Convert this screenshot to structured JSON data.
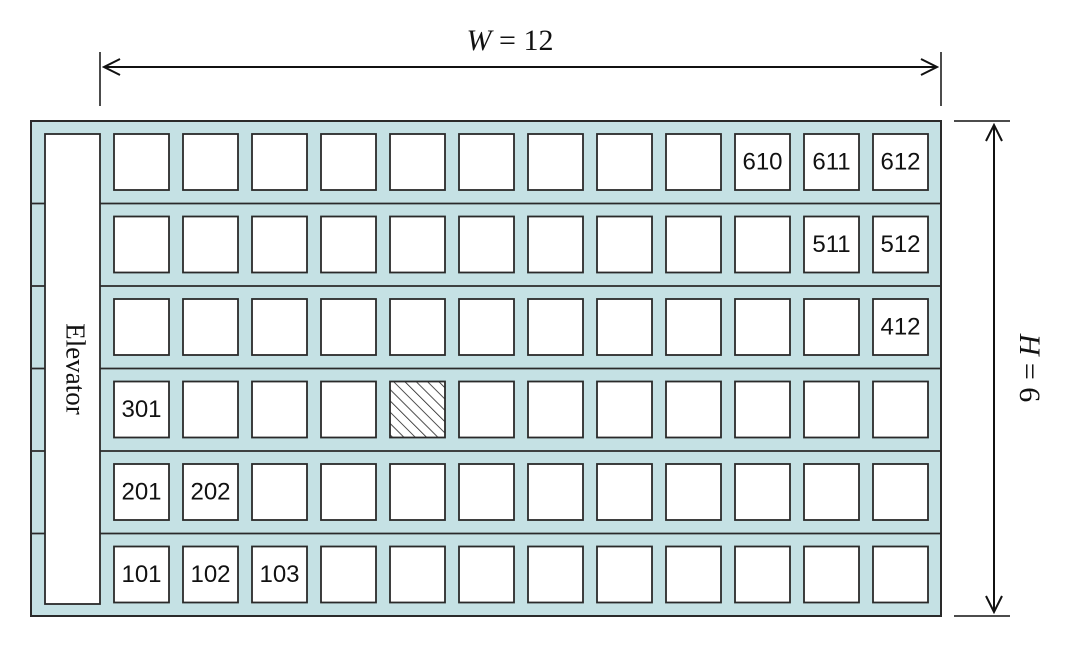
{
  "dimensions": {
    "width": {
      "var": "W",
      "value": "= 12"
    },
    "height": {
      "var": "H",
      "value": "= 6"
    }
  },
  "elevator": {
    "label": "Elevator"
  },
  "grid": {
    "floors": 6,
    "rooms_per_floor": 12
  },
  "room_labels": [
    {
      "floor": 6,
      "room": 10,
      "label": "610"
    },
    {
      "floor": 6,
      "room": 11,
      "label": "611"
    },
    {
      "floor": 6,
      "room": 12,
      "label": "612"
    },
    {
      "floor": 5,
      "room": 11,
      "label": "511"
    },
    {
      "floor": 5,
      "room": 12,
      "label": "512"
    },
    {
      "floor": 4,
      "room": 12,
      "label": "412"
    },
    {
      "floor": 3,
      "room": 1,
      "label": "301"
    },
    {
      "floor": 2,
      "room": 1,
      "label": "201"
    },
    {
      "floor": 2,
      "room": 2,
      "label": "202"
    },
    {
      "floor": 1,
      "room": 1,
      "label": "101"
    },
    {
      "floor": 1,
      "room": 2,
      "label": "102"
    },
    {
      "floor": 1,
      "room": 3,
      "label": "103"
    }
  ],
  "hatched_rooms": [
    {
      "floor": 3,
      "room": 5
    }
  ],
  "colors": {
    "building_fill": "#c5e1e4",
    "line": "#2a2a2a",
    "room_fill": "#ffffff"
  }
}
